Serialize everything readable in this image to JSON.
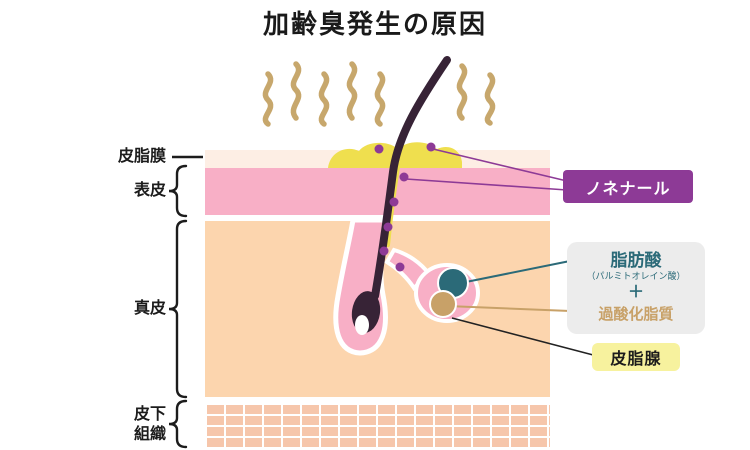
{
  "title": "加齢臭発生の原因",
  "layers": {
    "sebum_film": "皮脂膜",
    "epidermis": "表皮",
    "dermis": "真皮",
    "subcutaneous": "皮下組織"
  },
  "callouts": {
    "nonenal": "ノネナール",
    "fatty_acid": "脂肪酸",
    "fatty_acid_sub": "（パルミトオレイン酸）",
    "plus": "＋",
    "lipid_peroxide": "過酸化脂質",
    "sebaceous_gland": "皮脂腺"
  },
  "colors": {
    "purple": "#8d3a96",
    "teal": "#2b6a78",
    "tan": "#c8a168",
    "yellow": "#efdf4e",
    "pink": "#f8afc6",
    "peach": "#fcd5ae",
    "wave": "#c7a76c",
    "gray": "#ececec",
    "glandbg": "#f7f29e"
  }
}
